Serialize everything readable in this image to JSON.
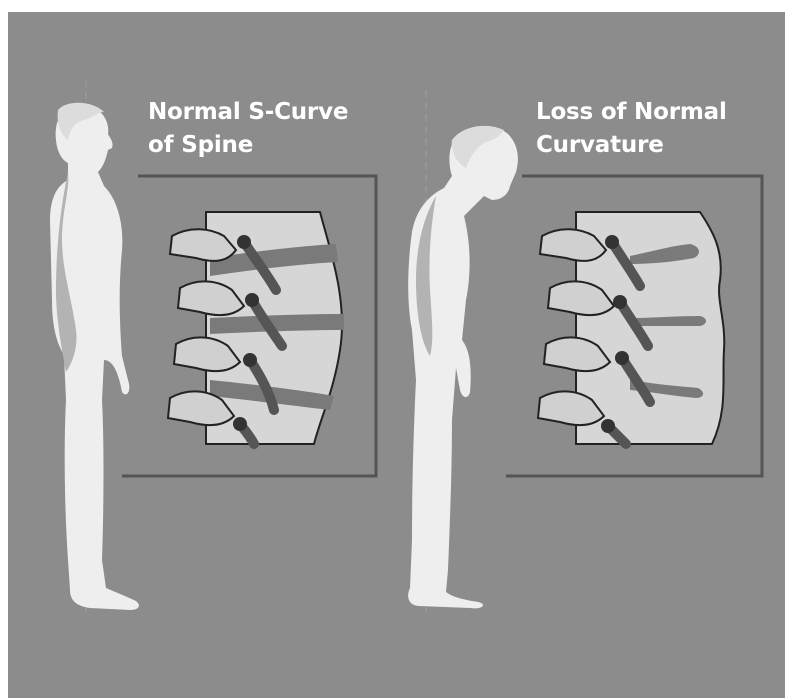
{
  "panels": [
    {
      "id": "normal",
      "title_line1": "Normal S-Curve",
      "title_line2": "of Spine"
    },
    {
      "id": "loss",
      "title_line1": "Loss of Normal",
      "title_line2": "Curvature"
    }
  ],
  "colors": {
    "background": "#8c8c8c",
    "figure": "#eeeeee",
    "figure_shade": "#b3b3b3",
    "bone": "#d0d0d0",
    "disc": "#7a7a7a",
    "frame_line": "#555555"
  }
}
